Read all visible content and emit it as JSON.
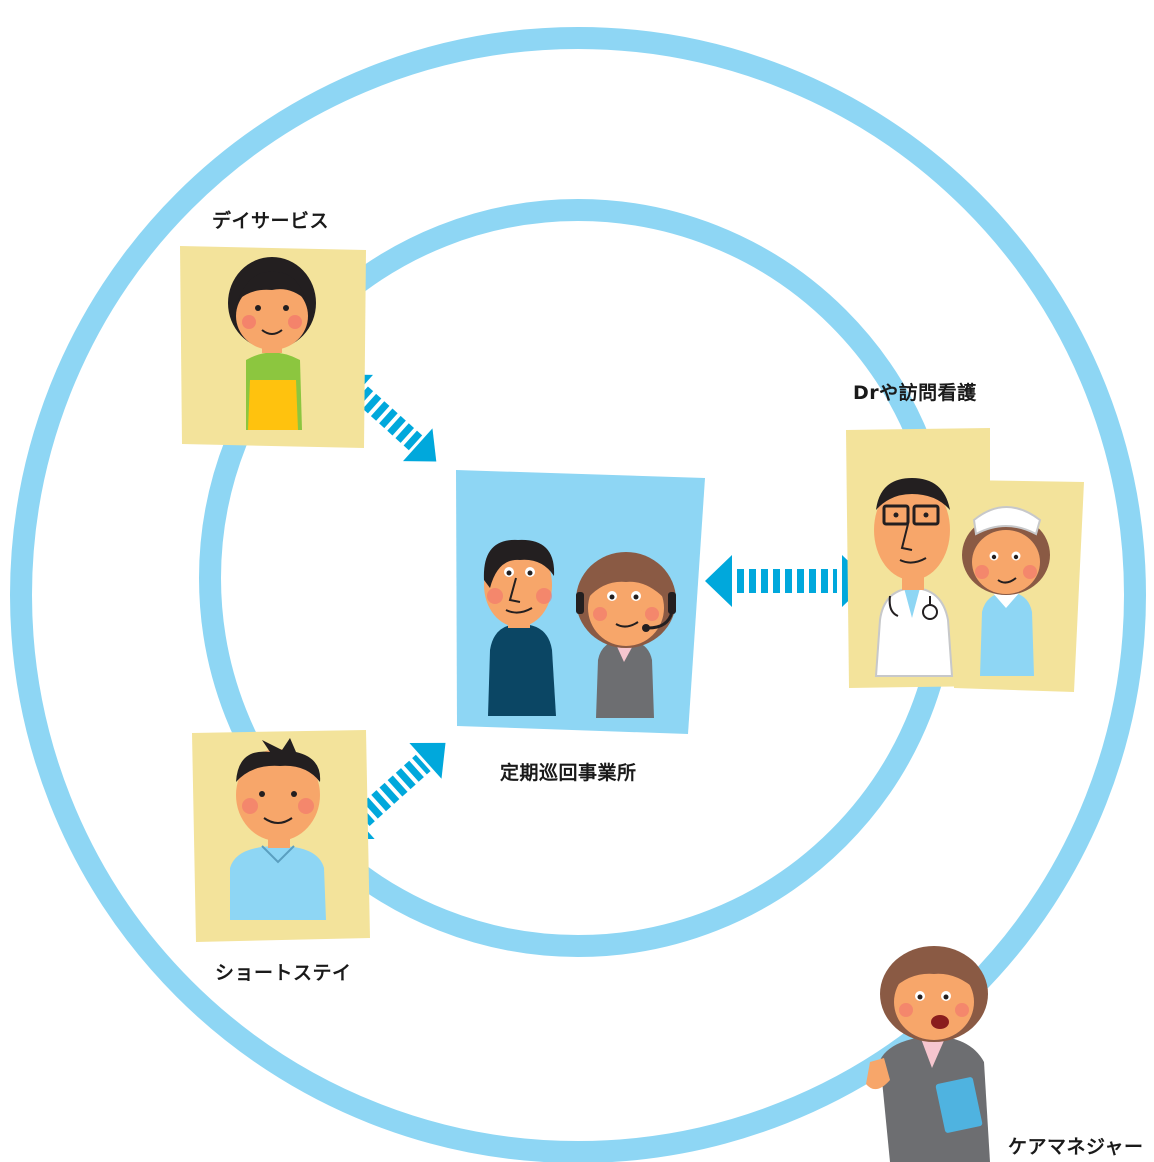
{
  "nodes": {
    "day_service": {
      "label": "デイサービス"
    },
    "doctor_nurse": {
      "label": "Drや訪問看護"
    },
    "patrol_office": {
      "label": "定期巡回事業所"
    },
    "short_stay": {
      "label": "ショートステイ"
    },
    "care_manager": {
      "label": "ケアマネジャー"
    }
  },
  "colors": {
    "ring": "#8ed6f4",
    "arrow": "#00a8dc",
    "card": "#f3e39b",
    "center_card": "#8ed6f4"
  },
  "icons": [
    "day-service-worker-icon",
    "patrol-staff-man-icon",
    "operator-woman-icon",
    "doctor-icon",
    "nurse-icon",
    "short-stay-worker-icon",
    "care-manager-icon"
  ]
}
